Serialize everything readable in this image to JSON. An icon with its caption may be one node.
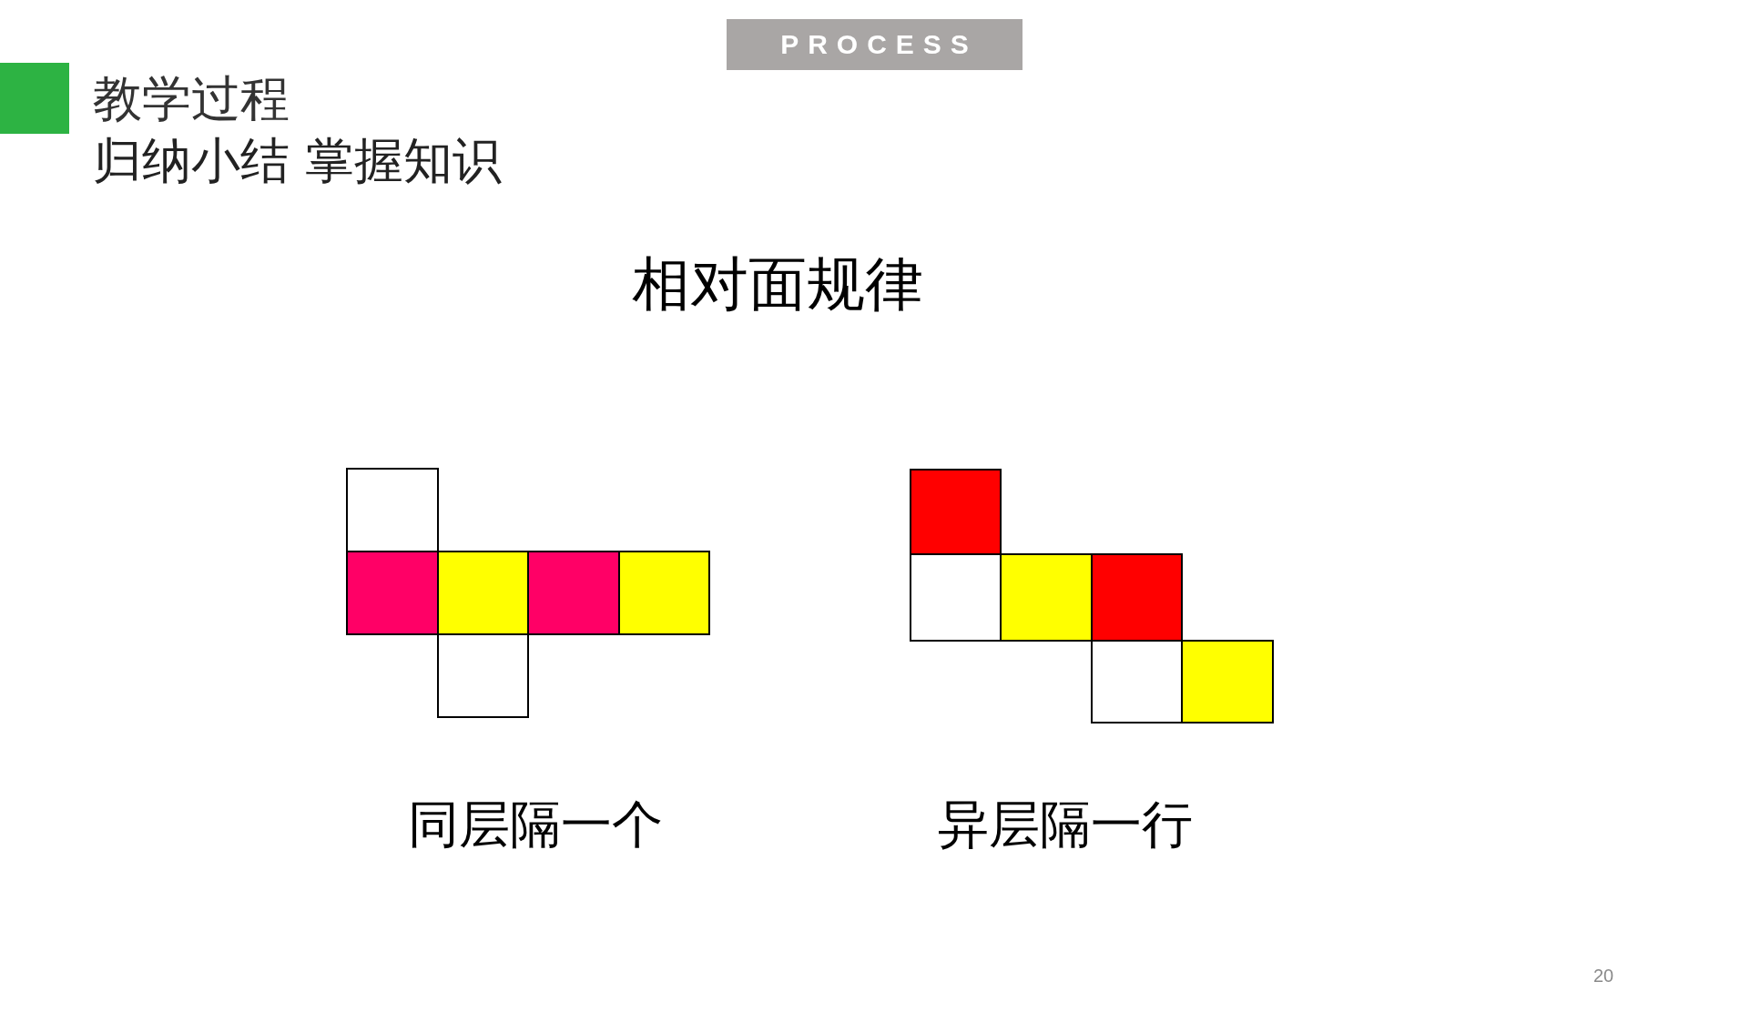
{
  "diagram": {
    "title": "相对面规律",
    "nodes": [
      {
        "text": [],
        "shape": "box"
      },
      {
        "text": [],
        "shape": "box"
      },
      {
        "text": [],
        "shape": "box"
      },
      {
        "text": [],
        "shape": "box"
      },
      {
        "text": [],
        "shape": "box"
      },
      {
        "text": [],
        "shape": "box"
      },
      {
        "text": [],
        "shape": "box"
      },
      {
        "text": [],
        "shape": "box"
      },
      {
        "text": [],
        "shape": "box"
      },
      {
        "text": [],
        "shape": "box"
      },
      {
        "text": [],
        "shape": "box"
      },
      {
        "text": [],
        "shape": "box"
      }
    ],
    "labels": [
      "PROCESS",
      "教学过程",
      "归纳小结 掌握知识",
      "同层隔一个",
      "异层隔一行",
      "20"
    ]
  }
}
